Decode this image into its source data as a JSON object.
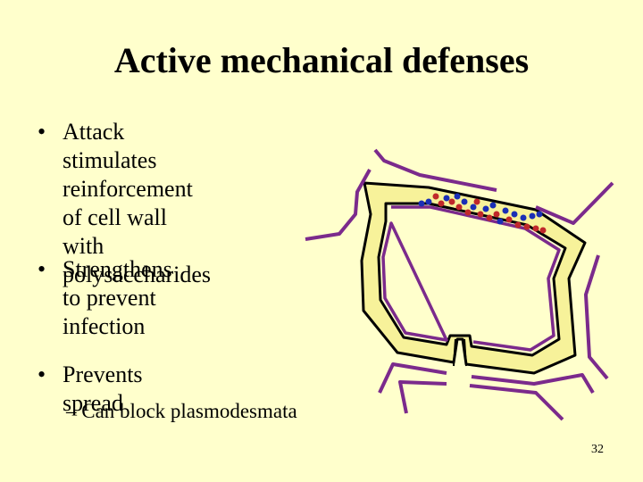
{
  "slide": {
    "title": "Active mechanical defenses",
    "bullets": [
      {
        "marker": "•",
        "text": "Attack stimulates\nreinforcement of cell wall\nwith polysaccharides"
      },
      {
        "marker": "•",
        "text": "Strengthens to prevent\ninfection"
      },
      {
        "marker": "•",
        "text": "Prevents spread"
      }
    ],
    "sub_bullet": "– Can block plasmodesmata",
    "page_number": "32"
  },
  "colors": {
    "background": "#ffffcc",
    "cell_wall_fill": "#f7f29a",
    "membrane": "#7b2a8c",
    "polysaccharide_red": "#c0282a",
    "polysaccharide_blue": "#1a2eb5"
  }
}
